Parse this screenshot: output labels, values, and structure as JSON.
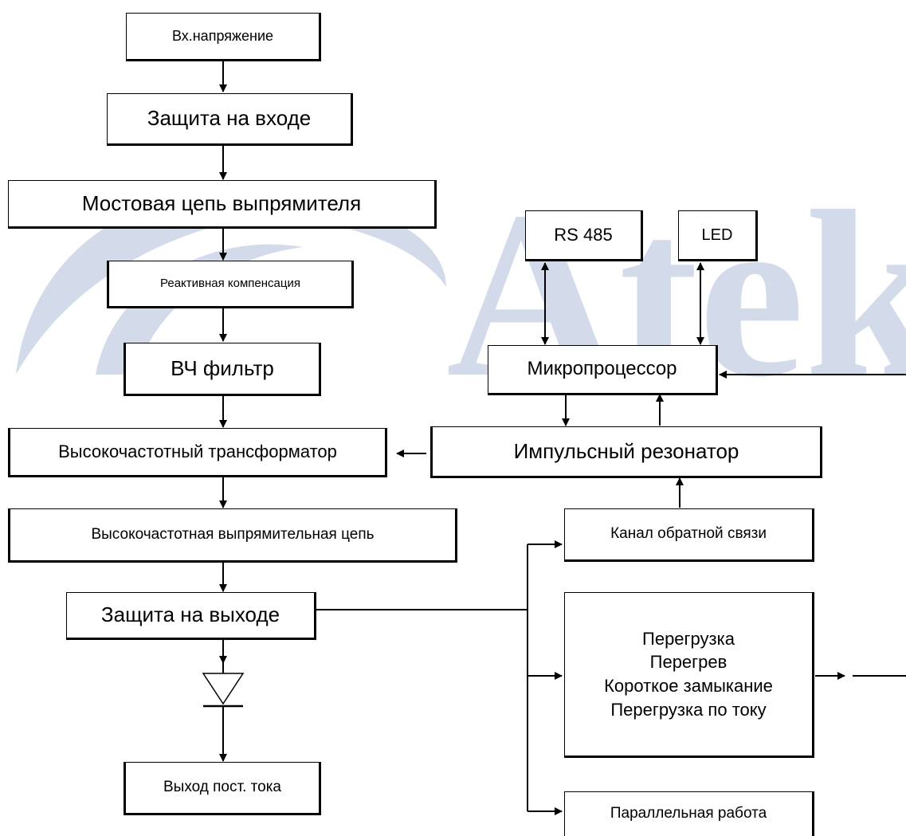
{
  "watermark": {
    "text": "Atek",
    "color": "#c9d3e6"
  },
  "blocks": {
    "input_voltage": "Вх.напряжение",
    "input_protection": "Защита на входе",
    "bridge_rectifier": "Мостовая цепь выпрямителя",
    "reactive_compensation": "Реактивная компенсация",
    "hf_filter": "ВЧ фильтр",
    "hf_transformer": "Высокочастотный трансформатор",
    "hf_rectifier_circuit": "Высокочастотная выпрямительная цепь",
    "output_protection": "Защита на выходе",
    "dc_output": "Выход пост. тока",
    "rs485": "RS 485",
    "led": "LED",
    "microprocessor": "Микропроцессор",
    "pulse_resonator": "Импульсный резонатор",
    "feedback_channel": "Канал обратной связи",
    "faults": [
      "Перегрузка",
      "Перегрев",
      "Короткое замыкание",
      "Перегрузка по току"
    ],
    "parallel_operation": "Параллельная работа"
  }
}
